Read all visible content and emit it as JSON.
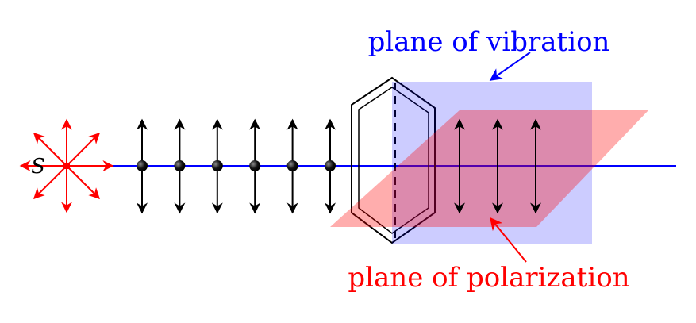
{
  "source": {
    "label": "S"
  },
  "labels": {
    "vibration": "plane of vibration",
    "polarization": "plane of polarization"
  },
  "colors": {
    "beam": "#0000ff",
    "source": "#ff0000",
    "arrows": "#000000",
    "vibration_plane": "#9999ff",
    "polarization_plane": "#ff8080",
    "crystal": "#000000"
  },
  "unpolarized_arrow_count": 8,
  "polarized_before_count": 6,
  "polarized_after_count": 3
}
